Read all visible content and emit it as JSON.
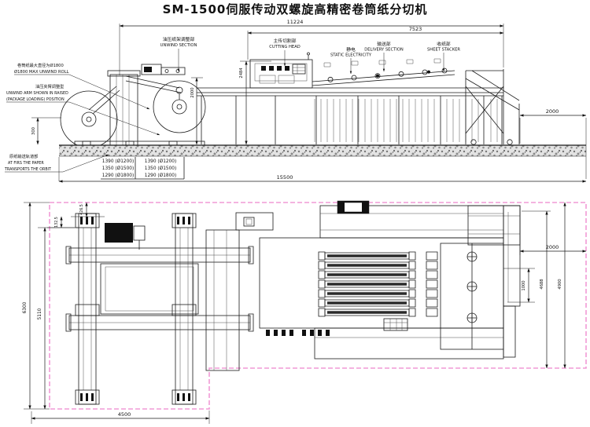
{
  "title": "SM-1500伺服传动双螺旋高精密卷筒纸分切机",
  "colors": {
    "line": "#1a1a1a",
    "boundary_magenta": "#f19ad6",
    "ground_speckle": "#8a8a8a"
  },
  "side_view": {
    "dims": {
      "overall": "11224",
      "front_section": "7523",
      "machine_height": "2484",
      "unwind_height": "2000",
      "floor_offset": "300",
      "rear_clearance": "2000",
      "total_length": "15500"
    },
    "sections": {
      "unwind": {
        "cn": "油压纸架调整部",
        "en": "UNWIND SECTION"
      },
      "cutting": {
        "cn": "主传切割部",
        "en": "CUTTING HEAD"
      },
      "static": {
        "cn": "静电",
        "en": "STATIC ELECTRICITY"
      },
      "delivery": {
        "cn": "输送部",
        "en": "DELIVERY SECTION"
      },
      "stacker": {
        "cn": "收纸部",
        "en": "SHEET STACKER"
      }
    },
    "notes": {
      "max_roll": {
        "cn": "卷筒纸最大直径为Ø1800",
        "en": "Ø1800 MAX UNWIND ROLL"
      },
      "arm": {
        "cn": "油压夹臂调整型",
        "en1": "UNWIND ARM SHOWN IN RAISED",
        "en2": "(PACKAGE LOADING) POSITION"
      },
      "track": {
        "cn": "原纸输送轨道部",
        "en1": "AT FIRS THE PAPER",
        "en2": "TRANSPORTS THE ORBIT"
      }
    },
    "roll_table": {
      "left": [
        "1390 (Ø1200)",
        "1350 (Ø1500)",
        "1290 (Ø1800)"
      ],
      "right": [
        "1390 (Ø1200)",
        "1350 (Ø1500)",
        "1290 (Ø1800)"
      ]
    }
  },
  "plan_view": {
    "dims": {
      "offset_a": "426.5",
      "offset_b": "132.5",
      "overall_width": "6300",
      "rail_width": "5110",
      "unwind_depth": "4500",
      "rear_clearance": "2000",
      "stack_width": "1000",
      "machine_width": "4688",
      "body_width": "4900"
    }
  }
}
